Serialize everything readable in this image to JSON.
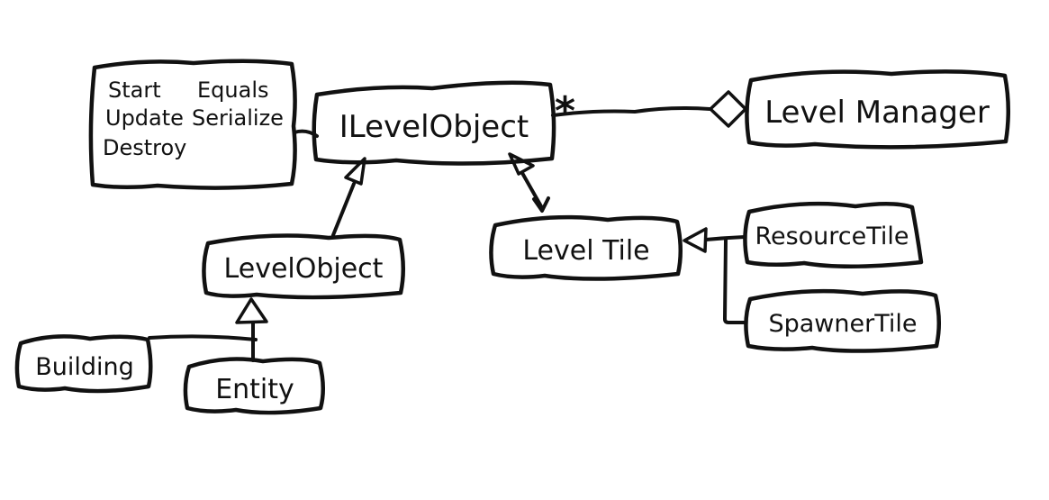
{
  "diagram": {
    "type": "uml-class-diagram",
    "style": "hand-drawn",
    "colors": {
      "ink": "#111111",
      "background": "#ffffff"
    },
    "nodes": {
      "methods_note": {
        "col1": [
          "Start",
          "Update",
          "Destroy"
        ],
        "col2": [
          "Equals",
          "Serialize"
        ]
      },
      "ilevelobject": {
        "label": "ILevelObject"
      },
      "levelmanager": {
        "label": "Level Manager"
      },
      "levelobject": {
        "label": "LevelObject"
      },
      "leveltile": {
        "label": "Level Tile"
      },
      "resourcetile": {
        "label": "ResourceTile"
      },
      "spawnertile": {
        "label": "SpawnerTile"
      },
      "building": {
        "label": "Building"
      },
      "entity": {
        "label": "Entity"
      }
    },
    "edges": {
      "aggregation": {
        "multiplicity": "*"
      }
    },
    "relationships": [
      {
        "from": "ILevelObject",
        "to": "LevelManager",
        "type": "aggregation",
        "multiplicity": "*"
      },
      {
        "from": "LevelObject",
        "to": "ILevelObject",
        "type": "inheritance"
      },
      {
        "from": "LevelTile",
        "to": "ILevelObject",
        "type": "inheritance"
      },
      {
        "from": "ResourceTile",
        "to": "LevelTile",
        "type": "inheritance"
      },
      {
        "from": "SpawnerTile",
        "to": "LevelTile",
        "type": "inheritance"
      },
      {
        "from": "Building",
        "to": "LevelObject",
        "type": "inheritance"
      },
      {
        "from": "Entity",
        "to": "LevelObject",
        "type": "inheritance"
      },
      {
        "from": "methods-note",
        "to": "ILevelObject",
        "type": "attachment"
      }
    ]
  }
}
